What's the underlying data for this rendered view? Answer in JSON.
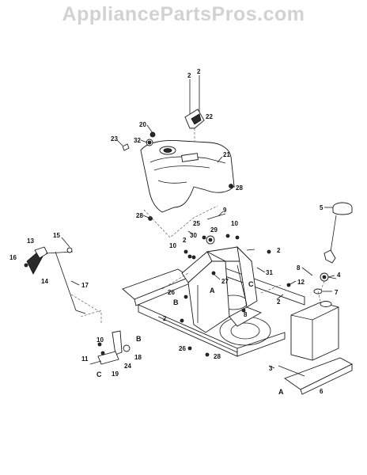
{
  "watermark": "AppliancePartsPros.com",
  "callouts": [
    "2",
    "2",
    "22",
    "20",
    "23",
    "32",
    "21",
    "28",
    "28",
    "5",
    "9",
    "25",
    "29",
    "30",
    "10",
    "2",
    "10",
    "2",
    "13",
    "15",
    "16",
    "14",
    "17",
    "8",
    "4",
    "7",
    "12",
    "2",
    "27",
    "31",
    "C",
    "A",
    "26",
    "B",
    "2",
    "8",
    "10",
    "B",
    "18",
    "11",
    "C",
    "19",
    "24",
    "26",
    "28",
    "3",
    "6",
    "A"
  ]
}
